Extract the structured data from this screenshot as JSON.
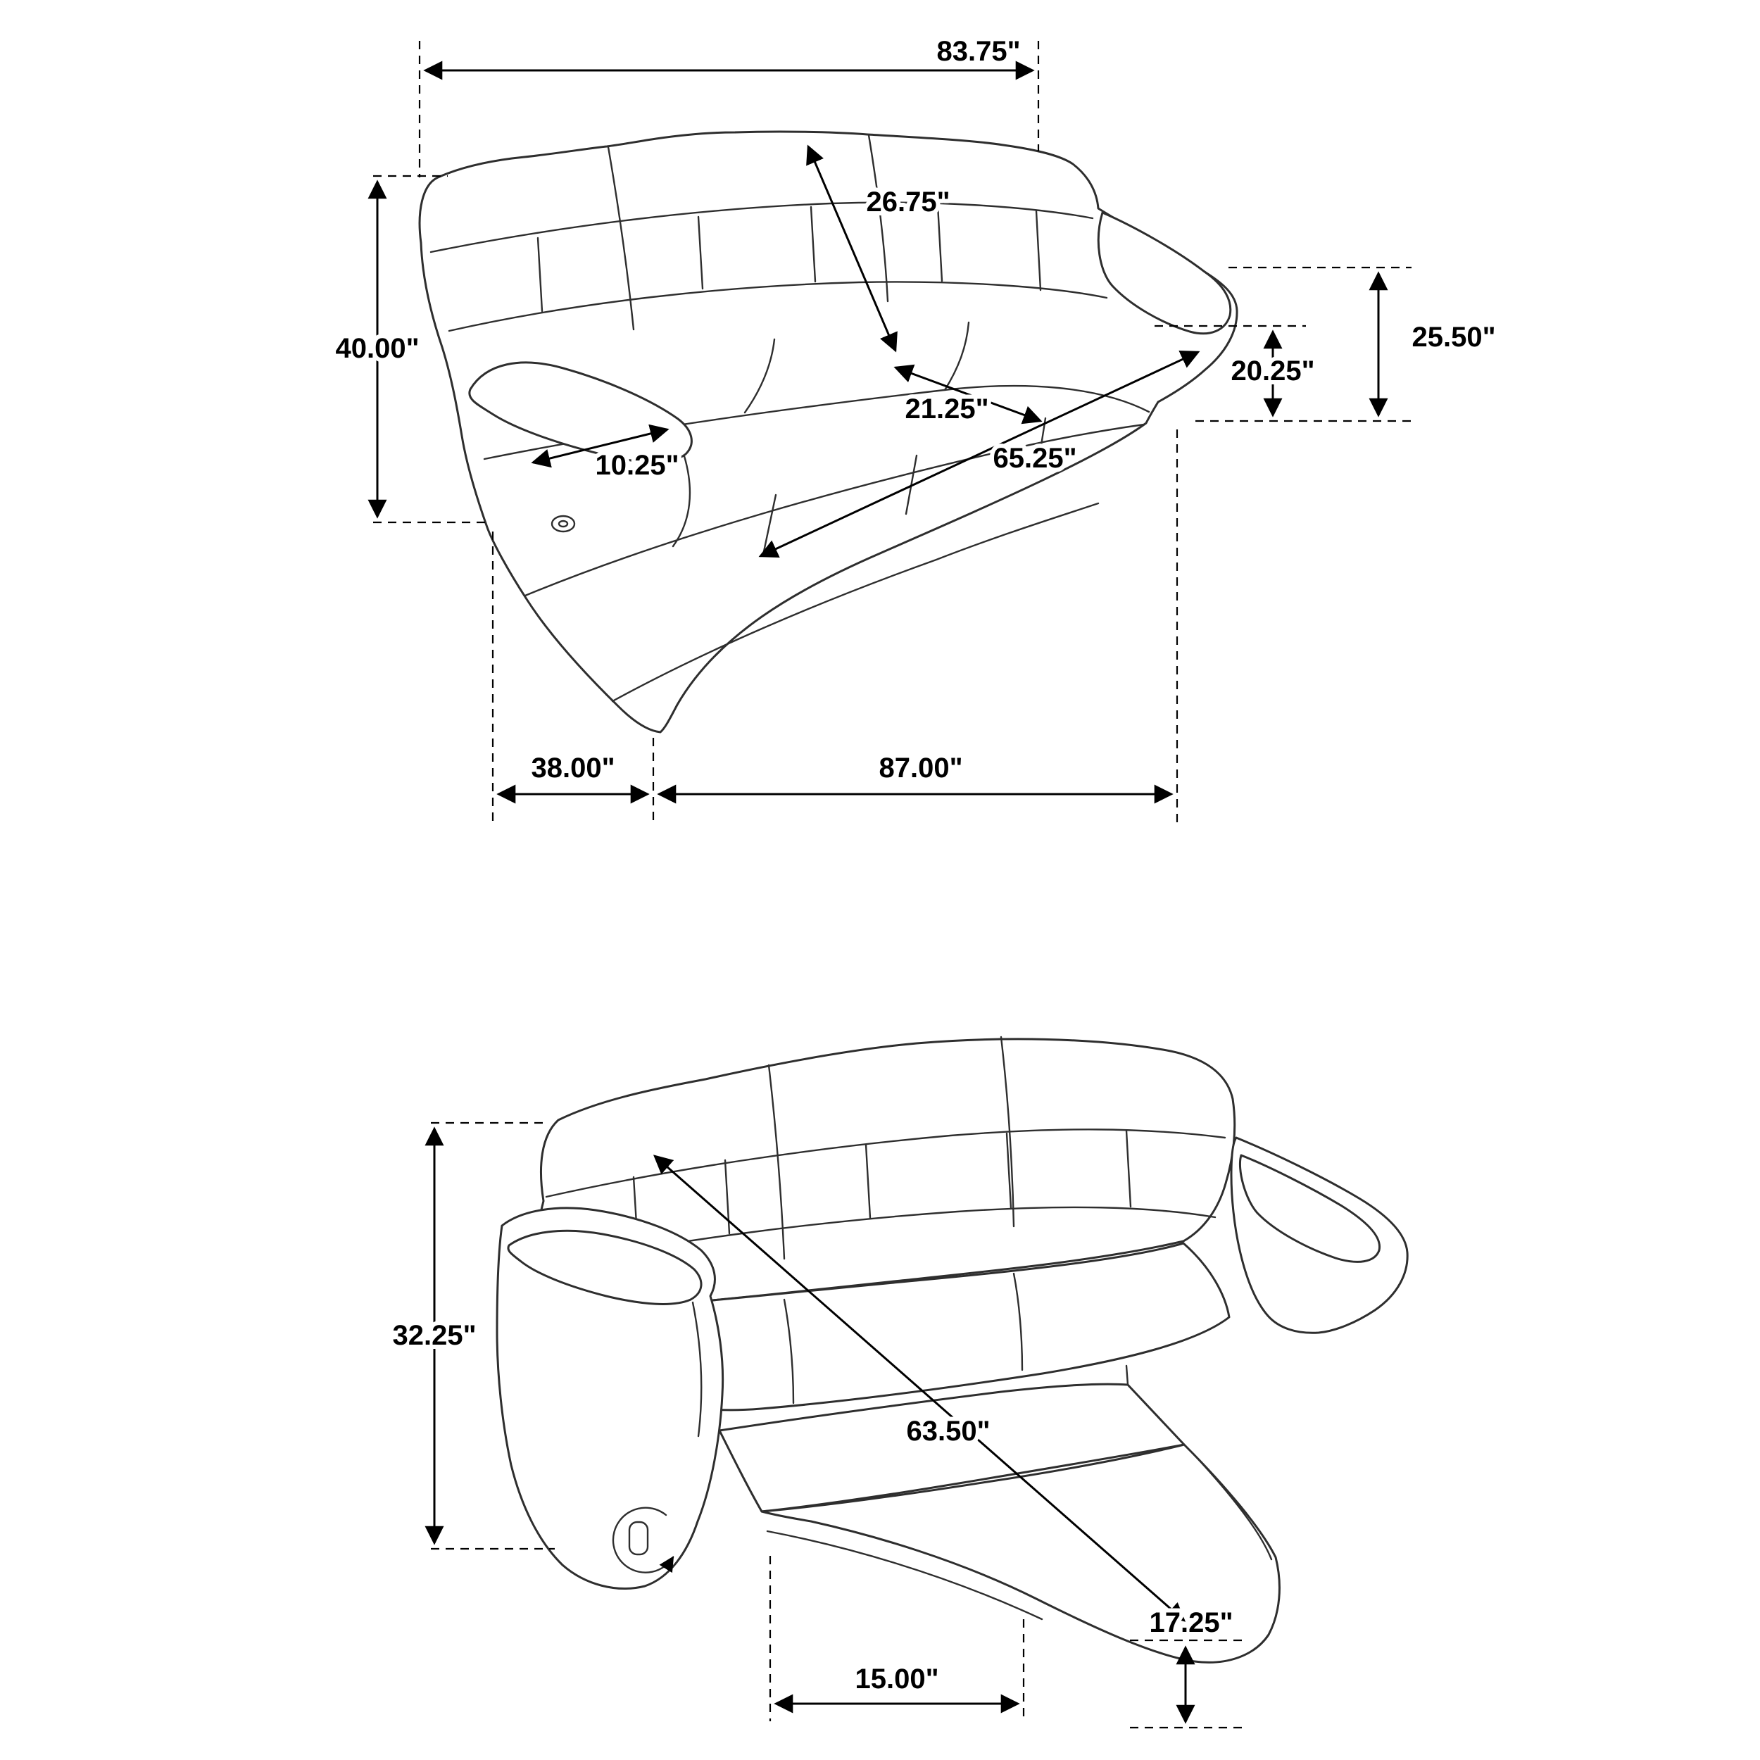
{
  "colors": {
    "background": "#ffffff",
    "dimension_line": "#000000",
    "sofa_outline": "#2e2e2e"
  },
  "icons": {
    "power_button": "power-button",
    "recline_handle": "rotate-arrow"
  },
  "upright": {
    "view_name": "sofa-upright-view",
    "overall_width": "83.75\"",
    "back_diagonal": "26.75\"",
    "overall_height": "40.00\"",
    "arm_height": "25.50\"",
    "seat_height": "20.25\"",
    "seat_depth": "21.25\"",
    "arm_width": "10.25\"",
    "seat_width": "65.25\"",
    "base_depth": "38.00\"",
    "overall_depth": "87.00\""
  },
  "reclined": {
    "view_name": "sofa-reclined-view",
    "back_height": "32.25\"",
    "overall_diagonal": "63.50\"",
    "footrest_height": "17.25\"",
    "wall_clearance": "15.00\""
  }
}
